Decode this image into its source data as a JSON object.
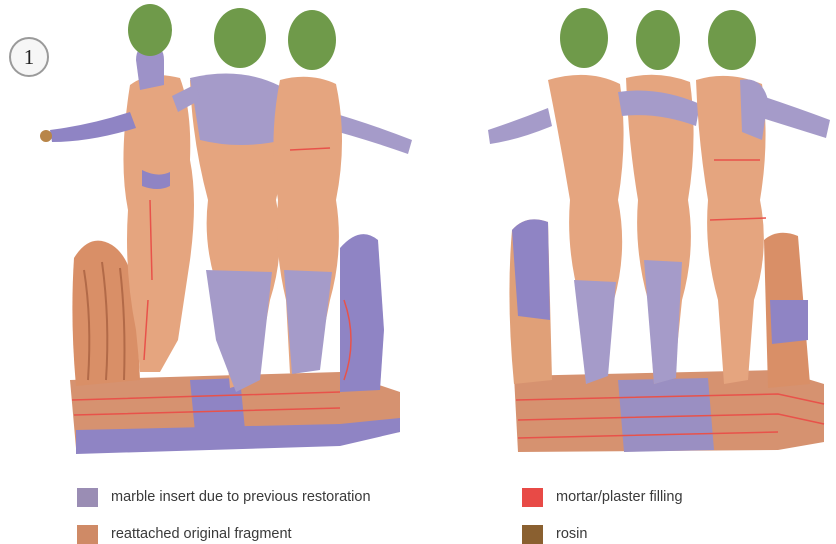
{
  "panel_number": "1",
  "figures": [
    {
      "view": "front"
    },
    {
      "view": "back"
    }
  ],
  "legend": [
    {
      "label": "marble insert due to previous restoration",
      "color": "#9a8db4"
    },
    {
      "label": "mortar/plaster filling",
      "color": "#e84a46"
    },
    {
      "label": "reattached original fragment",
      "color": "#cf8a66"
    },
    {
      "label": "rosin",
      "color": "#8a6030"
    }
  ],
  "colors": {
    "marble": "#a59bc9",
    "original": "#e5a57f",
    "mortar": "#e8524a",
    "head": "#6f9a4a",
    "base": "#cf8f6a"
  }
}
